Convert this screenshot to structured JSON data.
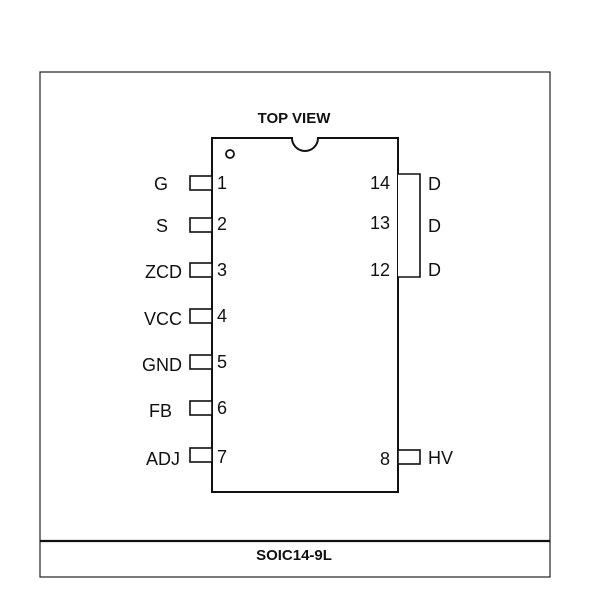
{
  "title": "TOP VIEW",
  "package": "SOIC14-9L",
  "pins_left": [
    {
      "number": "1",
      "name": "G"
    },
    {
      "number": "2",
      "name": "S"
    },
    {
      "number": "3",
      "name": "ZCD"
    },
    {
      "number": "4",
      "name": "VCC"
    },
    {
      "number": "5",
      "name": "GND"
    },
    {
      "number": "6",
      "name": "FB"
    },
    {
      "number": "7",
      "name": "ADJ"
    }
  ],
  "pins_right": [
    {
      "number": "14",
      "name": "D"
    },
    {
      "number": "13",
      "name": "D"
    },
    {
      "number": "12",
      "name": "D"
    },
    {
      "number": "8",
      "name": "HV"
    }
  ]
}
